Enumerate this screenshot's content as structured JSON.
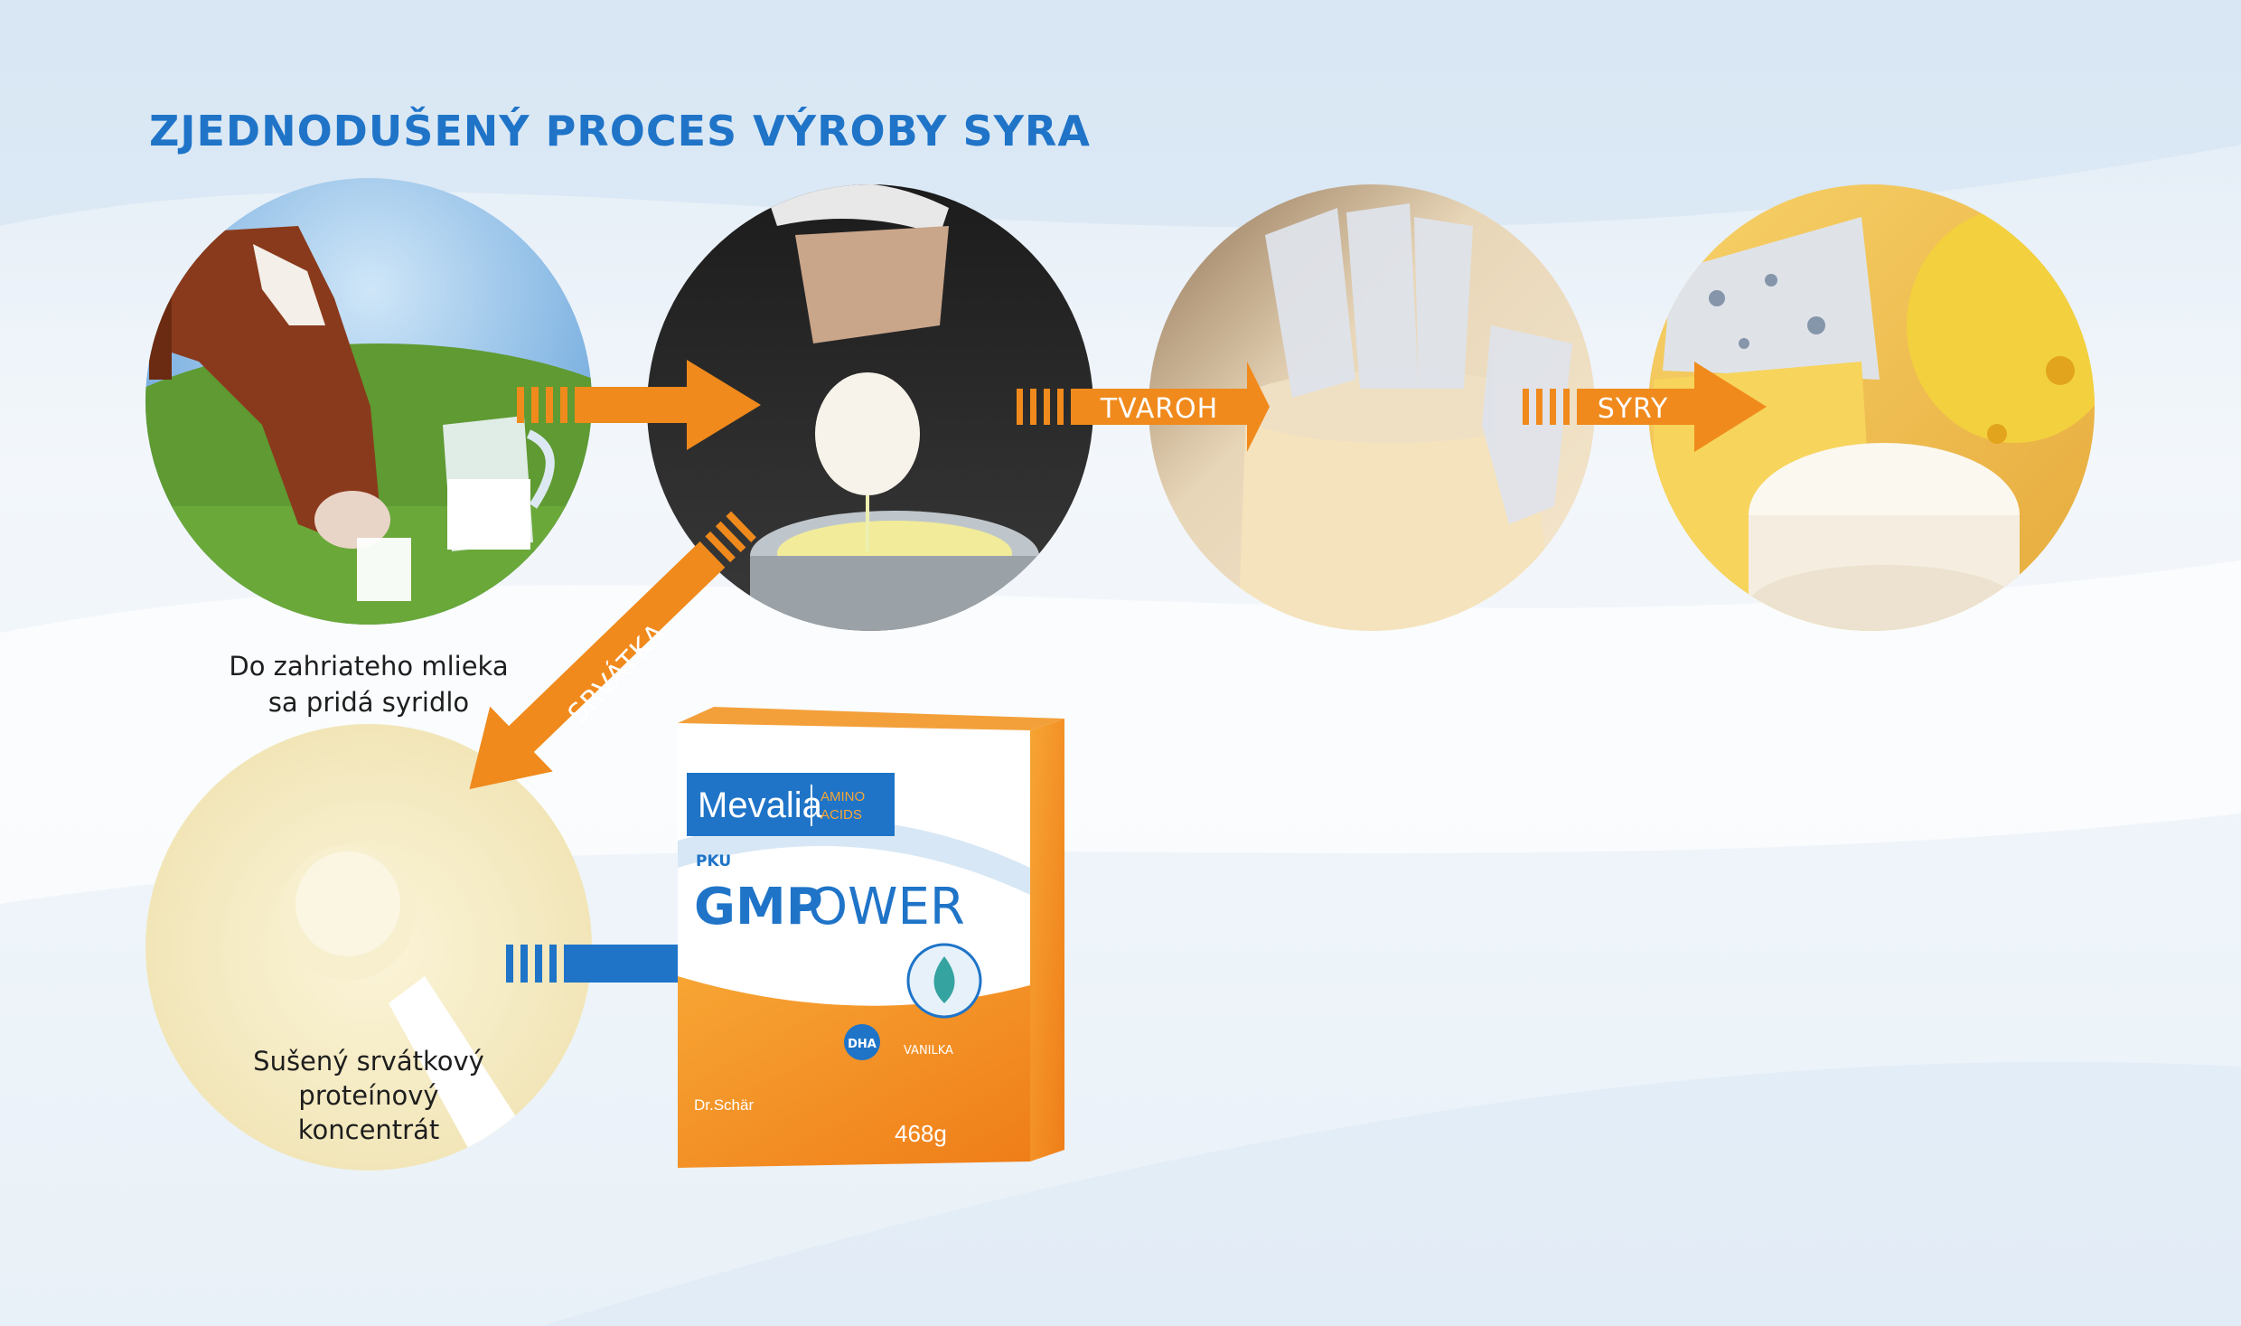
{
  "title": "ZJEDNODUŠENÝ PROCES VÝROBY SYRA",
  "steps": {
    "milk_caption_line1": "Do zahriateho mlieka",
    "milk_caption_line2": "sa pridá syridlo",
    "powder_caption_line1": "Sušený srvátkový",
    "powder_caption_line2": "proteínový",
    "powder_caption_line3": "koncentrát"
  },
  "arrows": {
    "tvaroh": "TVAROH",
    "syry": "SYRY",
    "srvatka": "SRVÁTKA"
  },
  "product": {
    "brand": "Mevalia",
    "tag_line1": "AMINO",
    "tag_line2": "ACIDS",
    "pku": "PKU",
    "name_bold": "GMP",
    "name_light": "OWER",
    "dha": "DHA",
    "flavor": "VANILKA",
    "maker": "Dr.Schär",
    "weight": "468g"
  },
  "colors": {
    "orange": "#f08a1c",
    "blue": "#1f74c8",
    "title": "#1f74c8"
  },
  "icons": [
    "cow-icon",
    "milk-jug-icon",
    "cheese-cloth-icon",
    "mold-icon",
    "cheese-icon",
    "powder-scoop-icon",
    "drop-leaf-icon"
  ]
}
